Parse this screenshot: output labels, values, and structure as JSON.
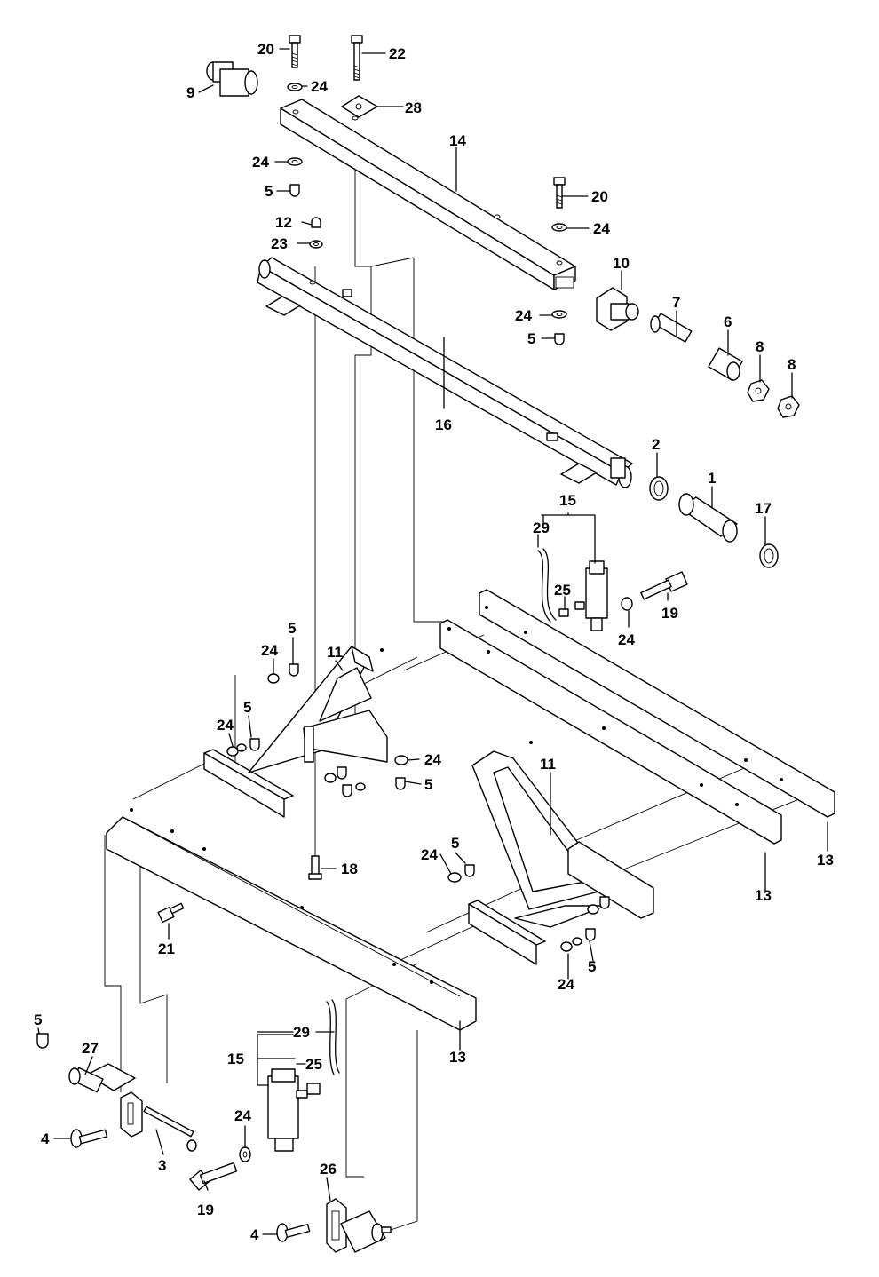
{
  "callouts": [
    {
      "id": "c20a",
      "text": "20"
    },
    {
      "id": "c22",
      "text": "22"
    },
    {
      "id": "c24a",
      "text": "24"
    },
    {
      "id": "c9",
      "text": "9"
    },
    {
      "id": "c28",
      "text": "28"
    },
    {
      "id": "c14",
      "text": "14"
    },
    {
      "id": "c24b",
      "text": "24"
    },
    {
      "id": "c5a",
      "text": "5"
    },
    {
      "id": "c20b",
      "text": "20"
    },
    {
      "id": "c12",
      "text": "12"
    },
    {
      "id": "c24c",
      "text": "24"
    },
    {
      "id": "c23",
      "text": "23"
    },
    {
      "id": "c10",
      "text": "10"
    },
    {
      "id": "c7",
      "text": "7"
    },
    {
      "id": "c24d",
      "text": "24"
    },
    {
      "id": "c5b",
      "text": "5"
    },
    {
      "id": "c6",
      "text": "6"
    },
    {
      "id": "c8a",
      "text": "8"
    },
    {
      "id": "c8b",
      "text": "8"
    },
    {
      "id": "c16",
      "text": "16"
    },
    {
      "id": "c2",
      "text": "2"
    },
    {
      "id": "c1",
      "text": "1"
    },
    {
      "id": "c15a",
      "text": "15"
    },
    {
      "id": "c17",
      "text": "17"
    },
    {
      "id": "c29a",
      "text": "29"
    },
    {
      "id": "c25a",
      "text": "25"
    },
    {
      "id": "c19a",
      "text": "19"
    },
    {
      "id": "c24e",
      "text": "24"
    },
    {
      "id": "c5c",
      "text": "5"
    },
    {
      "id": "c24f",
      "text": "24"
    },
    {
      "id": "c11a",
      "text": "11"
    },
    {
      "id": "c5d",
      "text": "5"
    },
    {
      "id": "c24g",
      "text": "24"
    },
    {
      "id": "c24h",
      "text": "24"
    },
    {
      "id": "c5e",
      "text": "5"
    },
    {
      "id": "c11b",
      "text": "11"
    },
    {
      "id": "c13a",
      "text": "13"
    },
    {
      "id": "c13b",
      "text": "13"
    },
    {
      "id": "c18",
      "text": "18"
    },
    {
      "id": "c5f",
      "text": "5"
    },
    {
      "id": "c24i",
      "text": "24"
    },
    {
      "id": "c21",
      "text": "21"
    },
    {
      "id": "c5g",
      "text": "5"
    },
    {
      "id": "c24j",
      "text": "24"
    },
    {
      "id": "c13c",
      "text": "13"
    },
    {
      "id": "c5h",
      "text": "5"
    },
    {
      "id": "c27",
      "text": "27"
    },
    {
      "id": "c29b",
      "text": "29"
    },
    {
      "id": "c15b",
      "text": "15"
    },
    {
      "id": "c25b",
      "text": "25"
    },
    {
      "id": "c4a",
      "text": "4"
    },
    {
      "id": "c24k",
      "text": "24"
    },
    {
      "id": "c3",
      "text": "3"
    },
    {
      "id": "c19b",
      "text": "19"
    },
    {
      "id": "c26",
      "text": "26"
    },
    {
      "id": "c4b",
      "text": "4"
    }
  ]
}
